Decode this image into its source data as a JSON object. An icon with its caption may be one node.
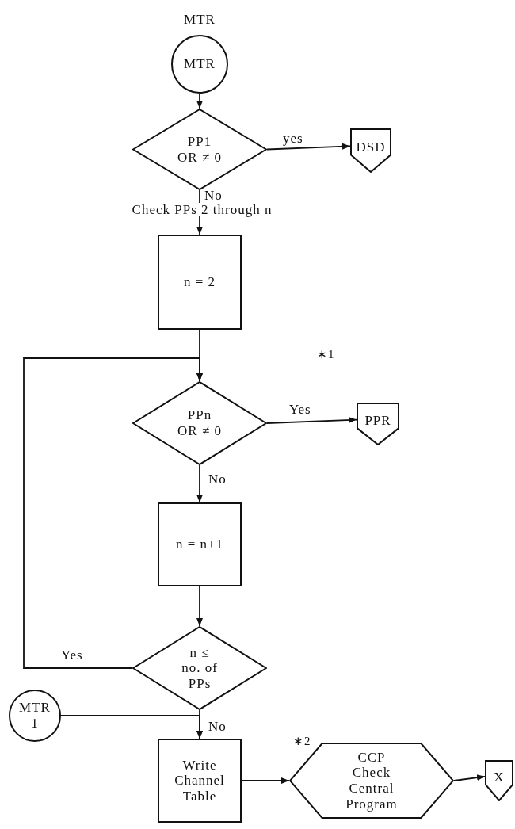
{
  "diagram": {
    "nodes": [
      {
        "text": [
          "MTR"
        ],
        "beside": [
          "MTR"
        ]
      },
      {
        "text": [
          "PP1 OR ≠ 0"
        ]
      },
      {
        "text": [
          "DSD"
        ]
      },
      {
        "text": [
          "n = 2"
        ]
      },
      {
        "text": [
          "PPn OR ≠ 0"
        ]
      },
      {
        "text": [
          "PPR"
        ]
      },
      {
        "text": [
          "n = n+1"
        ]
      },
      {
        "text": [
          "n ≤ no. of PPs"
        ]
      },
      {
        "text": [
          "MTR 1"
        ]
      },
      {
        "text": [
          "Write Channel Table"
        ]
      },
      {
        "text": [
          "CCP Check Central Program"
        ]
      },
      {
        "text": [
          "X"
        ]
      }
    ],
    "edges": [
      {
        "from": 0,
        "to": 1,
        "arrow": "to"
      },
      {
        "from": 1,
        "to": 2,
        "arrow": "to",
        "label": "yes"
      },
      {
        "from": 1,
        "to": 3,
        "arrow": "to",
        "label": "No"
      },
      {
        "from": 3,
        "to": 4,
        "arrow": "to"
      },
      {
        "from": 4,
        "to": 5,
        "arrow": "to",
        "label": "Yes"
      },
      {
        "from": 4,
        "to": 6,
        "arrow": "to",
        "label": "No"
      },
      {
        "from": 6,
        "to": 7,
        "arrow": "to"
      },
      {
        "from": 7,
        "to": 4,
        "arrow": "to",
        "label": "Yes"
      },
      {
        "from": 7,
        "to": 9,
        "arrow": "to",
        "label": "No"
      },
      {
        "from": 8,
        "to": 9,
        "arrow": "to"
      },
      {
        "from": 9,
        "to": 10,
        "arrow": "to"
      },
      {
        "from": 10,
        "to": 11,
        "arrow": "to"
      }
    ],
    "labels": [
      "Check PPs 2 through n",
      "∗1",
      "∗2"
    ]
  }
}
